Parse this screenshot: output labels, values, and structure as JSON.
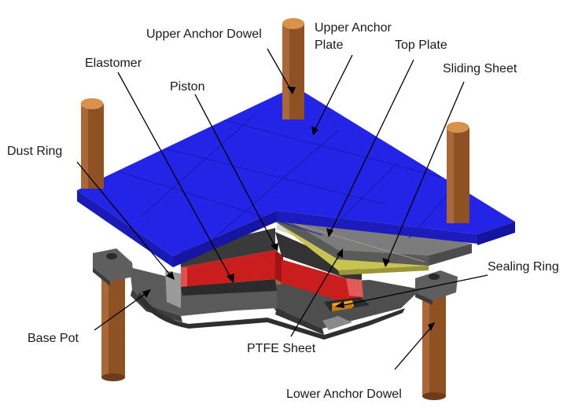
{
  "labels": {
    "upper_anchor_dowel": "Upper Anchor Dowel",
    "upper_anchor_plate_line1": "Upper Anchor",
    "upper_anchor_plate_line2": "Plate",
    "top_plate": "Top Plate",
    "elastomer": "Elastomer",
    "sliding_sheet": "Sliding Sheet",
    "piston": "Piston",
    "dust_ring": "Dust Ring",
    "sealing_ring": "Sealing Ring",
    "base_pot": "Base Pot",
    "ptfe_sheet": "PTFE Sheet",
    "lower_anchor_dowel": "Lower Anchor Dowel"
  },
  "colors": {
    "anchor_plate": "#2323e0",
    "dowel": "#9b5a2a",
    "dowel_cap": "#d8924c",
    "elastomer": "#cc2020",
    "sliding_sheet": "#c8c450",
    "sealing_ring": "#f0a020",
    "steel_dark": "#3a3a3a",
    "steel_mid": "#6e6e6e",
    "steel_light": "#9a9a9a"
  }
}
